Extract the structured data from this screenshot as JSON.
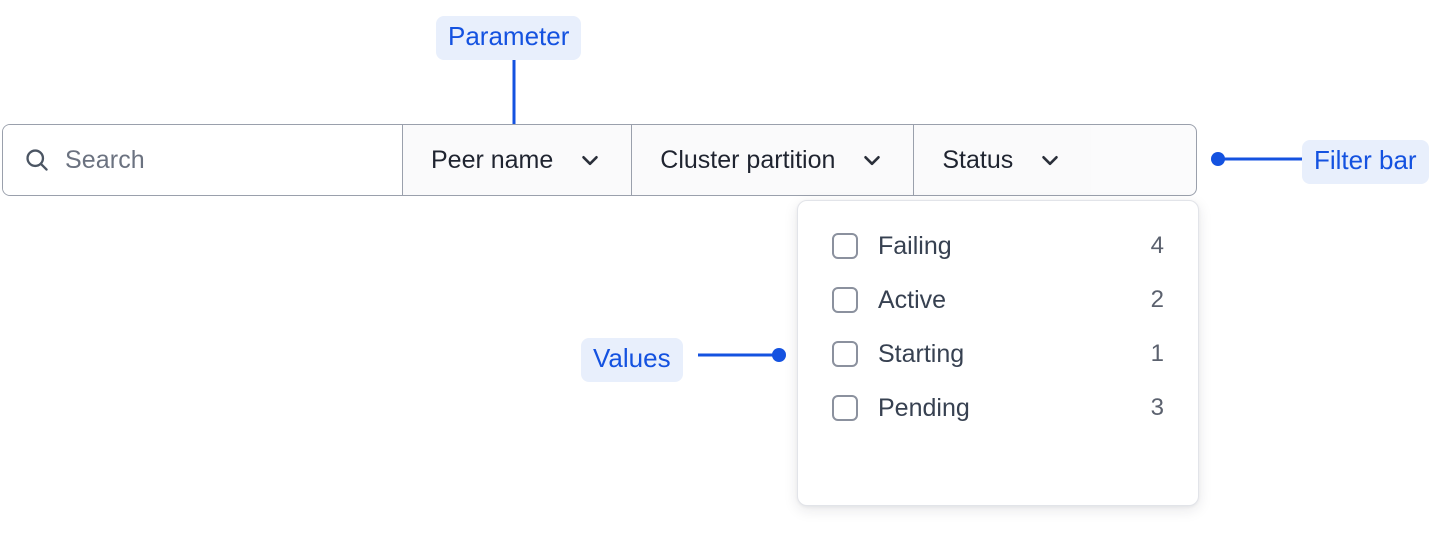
{
  "search": {
    "placeholder": "Search",
    "icon": "search-icon"
  },
  "filter_bar": {
    "segments": [
      {
        "label": "Peer name",
        "icon": "chevron-down-icon"
      },
      {
        "label": "Cluster partition",
        "icon": "chevron-down-icon"
      },
      {
        "label": "Status",
        "icon": "chevron-down-icon"
      }
    ]
  },
  "dropdown": {
    "options": [
      {
        "label": "Failing",
        "count": "4",
        "checked": false
      },
      {
        "label": "Active",
        "count": "2",
        "checked": false
      },
      {
        "label": "Starting",
        "count": "1",
        "checked": false
      },
      {
        "label": "Pending",
        "count": "3",
        "checked": false
      }
    ]
  },
  "annotations": [
    {
      "label": "Parameter"
    },
    {
      "label": "Values"
    },
    {
      "label": "Filter bar"
    }
  ],
  "colors": {
    "annotation_text": "#1452e0",
    "annotation_background": "#e8effc",
    "connector": "#1452e0",
    "border": "#9aa0ac",
    "panel_border": "#e2e4e9",
    "label_text": "#1f2430",
    "placeholder_text": "#6b7280",
    "count_text": "#5b616e"
  }
}
